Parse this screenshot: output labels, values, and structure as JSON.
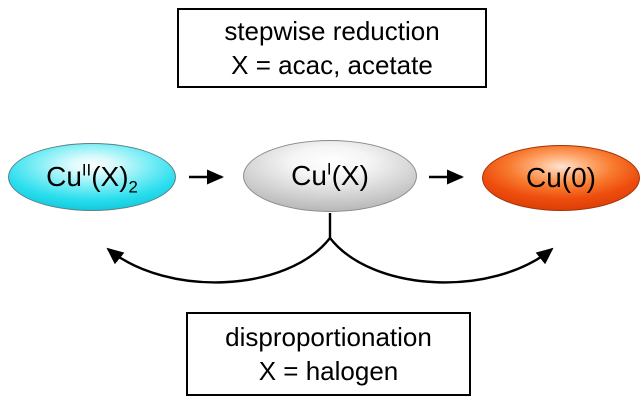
{
  "top_box": {
    "line1": "stepwise reduction",
    "line2": "X = acac, acetate"
  },
  "bottom_box": {
    "line1": "disproportionation",
    "line2": "X = halogen"
  },
  "species": {
    "cu2": {
      "base": "Cu",
      "sup": "II",
      "mid": "(X)",
      "sub": "2"
    },
    "cu1": {
      "base": "Cu",
      "sup": "I",
      "mid": "(X)"
    },
    "cu0": {
      "label": "Cu(0)"
    }
  },
  "colors": {
    "cu2_fill": "#2bdeee",
    "cu1_fill": "#d8d8d8",
    "cu0_fill": "#ee4d0e",
    "arrow": "#000000",
    "box_border": "#000000",
    "background": "#ffffff"
  }
}
